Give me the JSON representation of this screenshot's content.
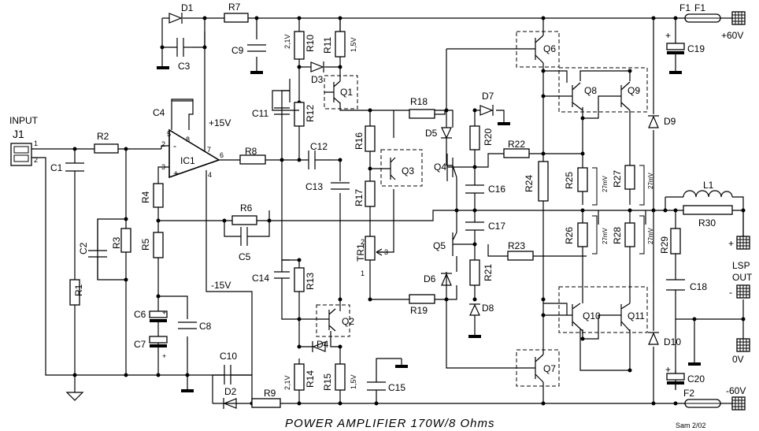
{
  "title": "POWER AMPLIFIER 170W/8 Ohms",
  "signature": "Sam 2/02",
  "input": {
    "label": "INPUT",
    "ref": "J1",
    "pin1": "1",
    "pin2": "2"
  },
  "supply": {
    "pos": "+60V",
    "neg": "-60V",
    "pos15": "+15V",
    "neg15": "-15V"
  },
  "output": {
    "label1": "LSP",
    "label2": "OUT",
    "ground": "0V",
    "plus": "+",
    "minus": "-"
  },
  "voltages": {
    "r10": "2,1V",
    "r11": "1,5V",
    "r14": "2,1V",
    "r15": "1,5V"
  },
  "drops": {
    "r25": "27mV",
    "r26": "27mV",
    "r27": "27mV",
    "r28": "27mV"
  },
  "ic": {
    "ref": "IC1",
    "p5": "5",
    "p8": "8",
    "p2": "2",
    "p3": "3",
    "p7": "7",
    "p6": "6",
    "p4": "4",
    "plus": "+",
    "minus": "-"
  },
  "trimmer": {
    "p1": "1",
    "p2": "2",
    "p3": "3"
  },
  "components": {
    "D1": "D1",
    "R7": "R7",
    "F1": "F1",
    "F1b": "F1",
    "C3": "C3",
    "C9": "C9",
    "R10": "R10",
    "R11": "R11",
    "D3": "D3",
    "Q1": "Q1",
    "Q6": "Q6",
    "C19": "C19",
    "C4": "C4",
    "C11": "C11",
    "R12": "R12",
    "R18": "R18",
    "D7": "D7",
    "Q8": "Q8",
    "Q9": "Q9",
    "D9": "D9",
    "D5": "D5",
    "R20": "R20",
    "R16": "R16",
    "R22": "R22",
    "R2": "R2",
    "R8": "R8",
    "C12": "C12",
    "Q3": "Q3",
    "Q4": "Q4",
    "C16": "C16",
    "R24": "R24",
    "R25": "R25",
    "R27": "R27",
    "C1": "C1",
    "C13": "C13",
    "R17": "R17",
    "L1": "L1",
    "R4": "R4",
    "R6": "R6",
    "R30": "R30",
    "C2": "C2",
    "R3": "R3",
    "R5": "R5",
    "C5": "C5",
    "C17": "C17",
    "R26": "R26",
    "R28": "R28",
    "R29": "R29",
    "R1": "R1",
    "TR1": "TR1",
    "Q5": "Q5",
    "R21": "R21",
    "R23": "R23",
    "C14": "C14",
    "R13": "R13",
    "D6": "D6",
    "C18": "C18",
    "C6": "C6",
    "C8": "C8",
    "R19": "R19",
    "D8": "D8",
    "C7": "C7",
    "Q2": "Q2",
    "Q10": "Q10",
    "Q11": "Q11",
    "D4": "D4",
    "D10": "D10",
    "C10": "C10",
    "R14": "R14",
    "R15": "R15",
    "C15": "C15",
    "Q7": "Q7",
    "C20": "C20",
    "D2": "D2",
    "R9": "R9",
    "F2": "F2"
  }
}
